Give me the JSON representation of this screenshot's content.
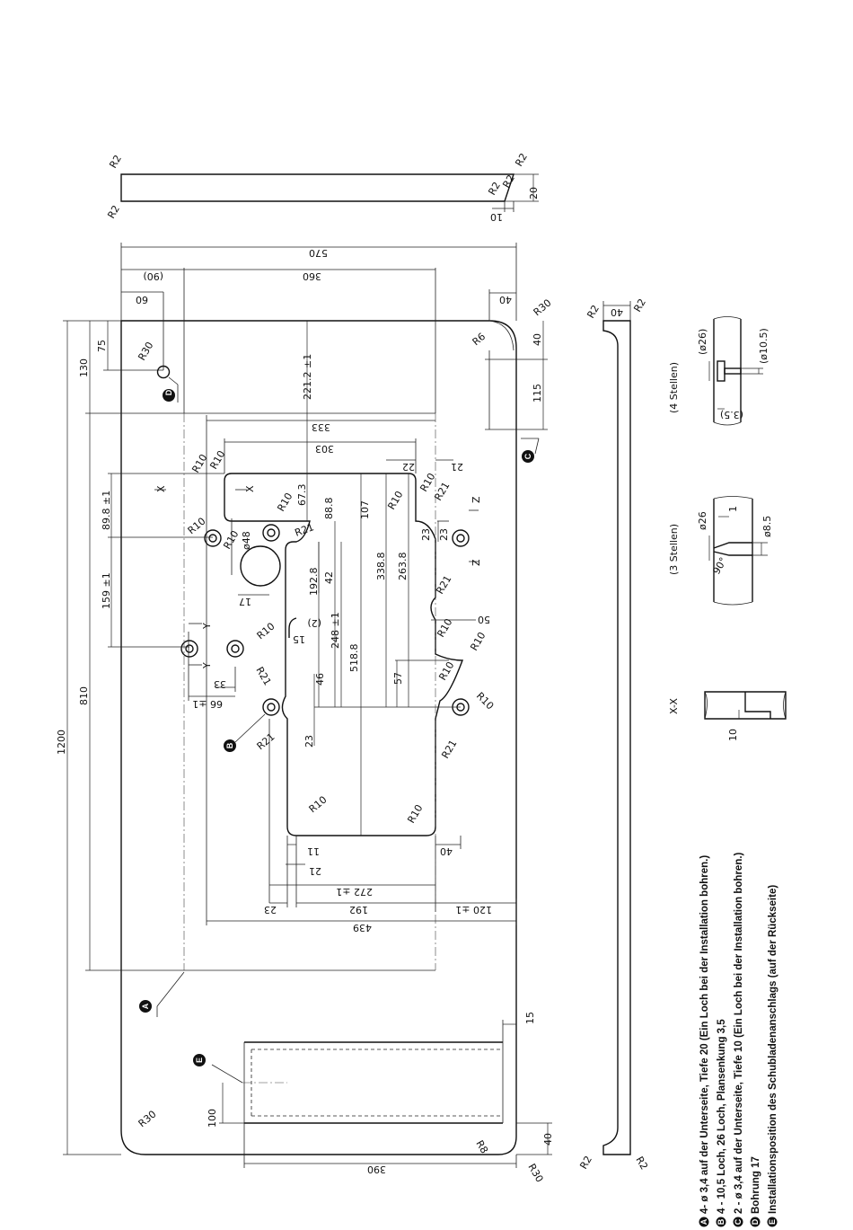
{
  "dims": {
    "d1200": "1200",
    "d810": "810",
    "d130": "130",
    "d75": "75",
    "d570": "570",
    "d360": "360",
    "d90": "(90)",
    "d60": "60",
    "d40": "40",
    "d30": "R30",
    "d6": "R6",
    "d115": "115",
    "d221": "221.2 ±1",
    "d333": "333",
    "d303": "303",
    "d22": "22",
    "d21": "21",
    "d898": "89.8 ±1",
    "d159": "159 ±1",
    "d48": "ø48",
    "d17": "17",
    "d673": "67.3",
    "d888": "88.8",
    "d107": "107",
    "d3388": "338.8",
    "d2638": "263.8",
    "d1928": "192.8",
    "d42": "42",
    "d248": "248 ±1",
    "d5188": "518.8",
    "d57": "57",
    "d46": "46",
    "d23": "23",
    "d15": "15",
    "d2": "(2)",
    "d50": "50",
    "d33": "33",
    "d66": "66 ±1",
    "d11": "11",
    "d272": "272 ±1",
    "d192": "192",
    "d120": "120 ±1",
    "d439": "439",
    "d390": "390",
    "d100": "100",
    "d20": "20",
    "d10": "10",
    "dR2": "R2",
    "dR10": "R10",
    "dR21": "R21",
    "dR8": "R8",
    "d26": "ø26",
    "d85": "ø8.5",
    "d1": "1",
    "d26b": "(ø26)",
    "d105": "(ø10.5)",
    "d35": "(3.5)",
    "dX": "X",
    "dY": "Y",
    "dZ": "Z",
    "d90deg": "90°",
    "dXX": "X-X",
    "d4s": "(4 Stellen)",
    "d3s": "(3 Stellen)"
  },
  "badges": {
    "A": "A",
    "B": "B",
    "C": "C",
    "D": "D",
    "E": "E"
  },
  "legend": [
    {
      "badge": "A",
      "text": "4- ø 3,4 auf der Unterseite, Tiefe 20 (Ein Loch bei der Installation bohren.)"
    },
    {
      "badge": "B",
      "text": "4 - 10,5 Loch, 26 Loch, Plansenkung 3,5"
    },
    {
      "badge": "C",
      "text": "2 - ø 3,4 auf der Unterseite, Tiefe 10 (Ein Loch bei der Installation bohren.)"
    },
    {
      "badge": "D",
      "text": "Bohrung 17"
    },
    {
      "badge": "E",
      "text": "Installationsposition des Schubladenanschlags (auf der Rückseite)"
    }
  ]
}
